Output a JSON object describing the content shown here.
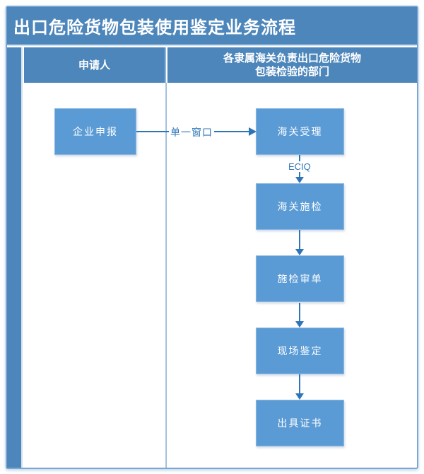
{
  "title": "出口危险货物包装使用鉴定业务流程",
  "lanes": {
    "applicant": "申请人",
    "department_line1": "各隶属海关负责出口危险货物",
    "department_line2": "包装检验的部门"
  },
  "flow": {
    "applicant_box": "企业申报",
    "steps": [
      "海关受理",
      "海关施检",
      "施检审单",
      "现场鉴定",
      "出具证书"
    ],
    "connector_labels": {
      "single_window": "单一窗口",
      "eciq": "ECIQ"
    }
  },
  "colors": {
    "band_blue": "#4d86bb",
    "box_blue": "#5b9bd5",
    "arrow_blue": "#2e75b6",
    "divider_light": "#8fb4da",
    "frame_border": "#7aa7d4",
    "text_white": "#ffffff"
  }
}
